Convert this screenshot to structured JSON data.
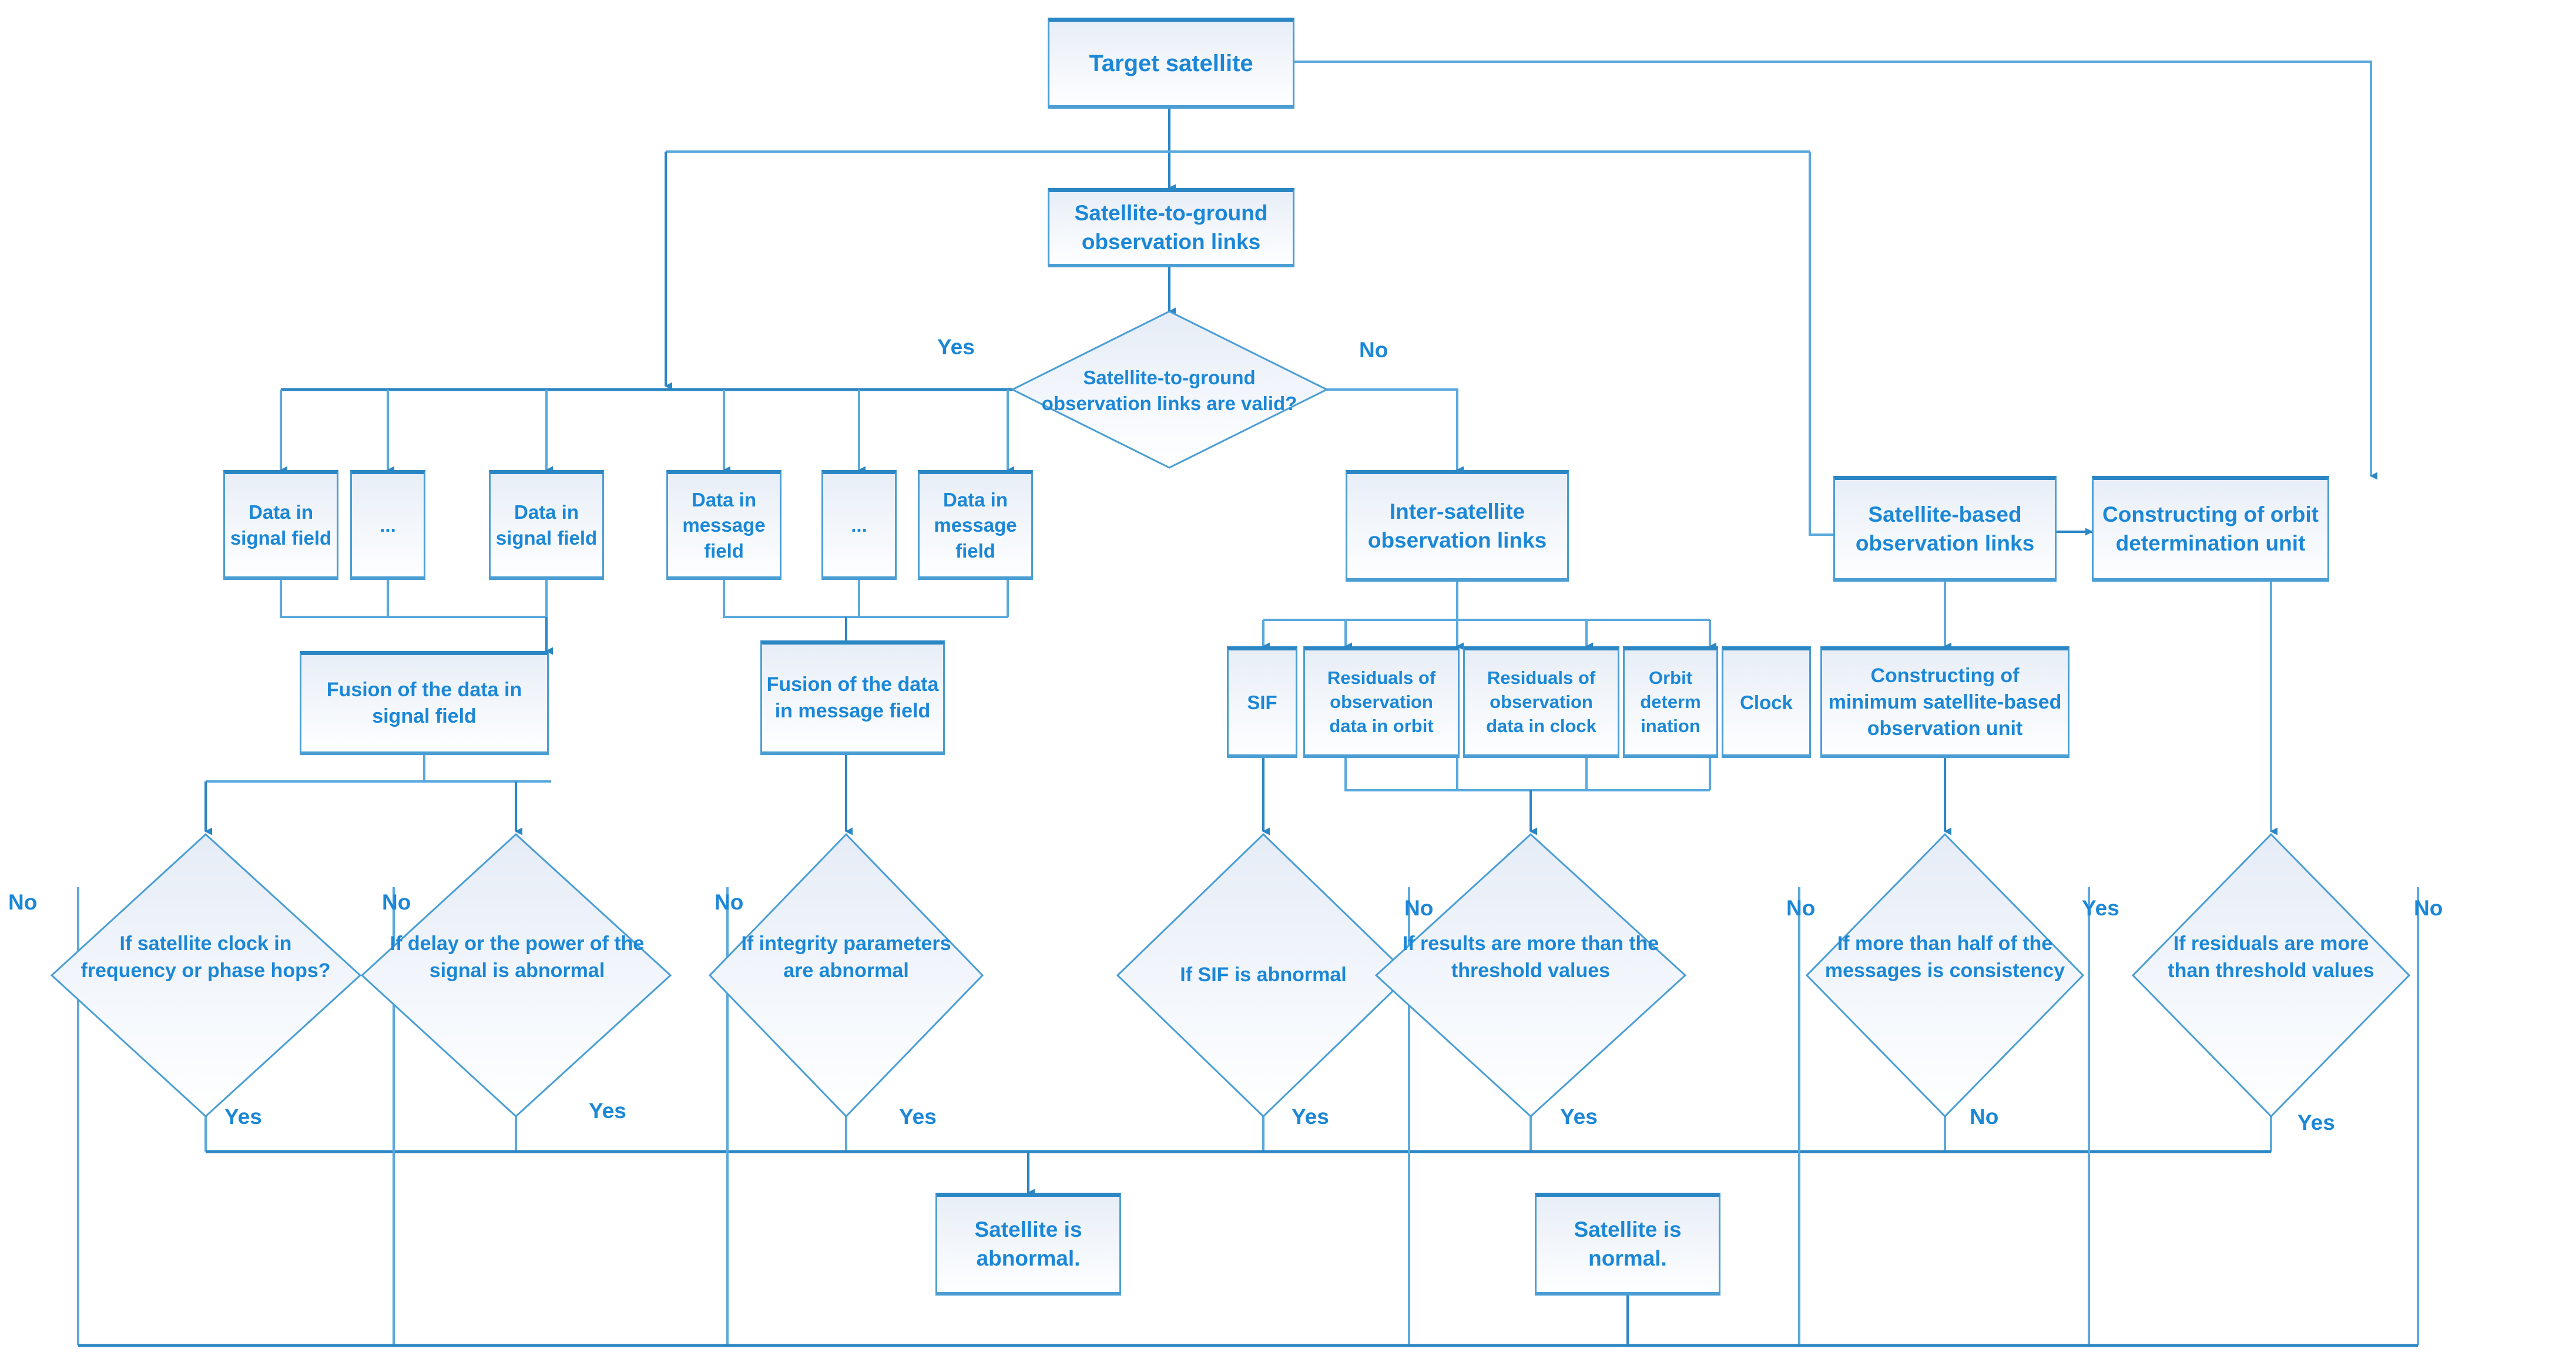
{
  "diagram": {
    "title": "Satellite anomaly detection flowchart",
    "colors": {
      "text": "#1b87d6",
      "box_border": "#4a9ed4",
      "box_border_top": "#2b86c4",
      "connector": "#5aa9dd",
      "connector_strong": "#2b86c4",
      "fill_top": "#e8eef7",
      "fill_bottom": "#ffffff",
      "background": "#ffffff"
    },
    "nodes": {
      "target_satellite": "Target satellite",
      "sat_ground_links": "Satellite-to-ground observation links",
      "sat_ground_valid": "Satellite-to-ground observation links are valid?",
      "data_signal_1": "Data in signal field",
      "data_signal_ellipsis": "...",
      "data_signal_2": "Data in signal field",
      "data_message_1": "Data in message field",
      "data_message_ellipsis": "...",
      "data_message_2": "Data in message field",
      "fusion_signal": "Fusion of the data in signal field",
      "fusion_message": "Fusion of the data in message field",
      "inter_sat_links": "Inter-satellite observation links",
      "sif": "SIF",
      "residuals_orbit": "Residuals of observation data in orbit",
      "residuals_clock": "Residuals of observation data in clock",
      "orbit_determination": "Orbit determ ination",
      "clock": "Clock",
      "sat_based_links": "Satellite-based observation links",
      "min_sat_unit": "Constructing of minimum satellite-based observation unit",
      "orbit_det_unit": "Constructing of orbit determination unit",
      "q_clock_hops": "If satellite clock in frequency or phase hops?",
      "q_delay_power": "If delay or the power of the signal is abnormal",
      "q_integrity": "If integrity parameters are abnormal",
      "q_sif_abnormal": "If SIF is abnormal",
      "q_results_threshold": "If results are more than the threshold values",
      "q_half_messages": "If more than half of the messages is consistency",
      "q_residuals_threshold": "If residuals are more than threshold values",
      "result_abnormal": "Satellite is abnormal.",
      "result_normal": "Satellite is normal."
    },
    "edge_labels": {
      "valid_yes": "Yes",
      "valid_no": "No",
      "clock_hops_no": "No",
      "clock_hops_yes": "Yes",
      "delay_power_no": "No",
      "delay_power_yes": "Yes",
      "integrity_no": "No",
      "integrity_yes": "Yes",
      "sif_no": "No",
      "sif_yes": "Yes",
      "results_no": "No",
      "results_yes": "Yes",
      "half_messages_yes": "Yes",
      "half_messages_no": "No",
      "residuals_no": "No",
      "residuals_yes": "Yes"
    }
  }
}
